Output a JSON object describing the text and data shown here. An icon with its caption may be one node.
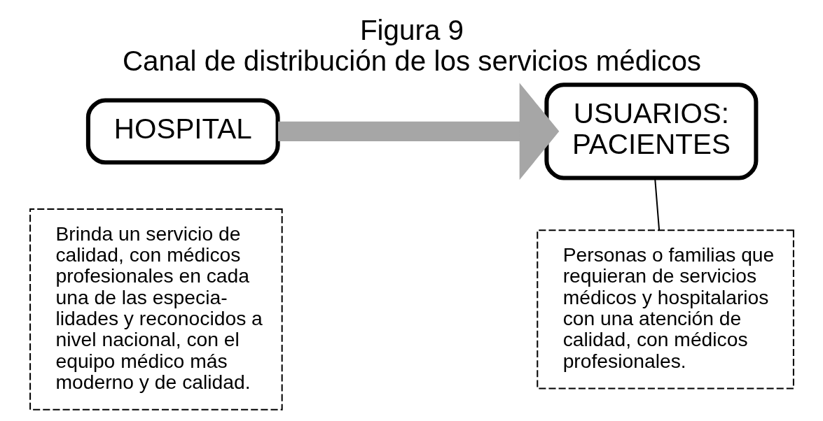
{
  "diagram": {
    "title": "Figura 9",
    "caption": "Canal de distribución de los servicios médicos",
    "nodes": [
      {
        "text": [
          "HOSPITAL"
        ]
      },
      {
        "text": [
          "USUARIOS: PACIENTES"
        ]
      },
      {
        "text": [
          "Brinda un servicio de calidad, con médicos profesionales en cada una de las especia- lidades y reconocidos a nivel nacional, con el equipo médico más moderno y de calidad."
        ]
      },
      {
        "text": [
          "Personas o familias que requieran de servicios médicos y hospitalarios con una atención de calidad, con médicos profesionales."
        ]
      }
    ],
    "edges": [
      {
        "from": 0,
        "to": 1,
        "arrow": "to",
        "style": "thick",
        "color": "#a6a6a6"
      },
      {
        "from": 1,
        "to": 3,
        "arrow": "none",
        "color": "#000000"
      }
    ]
  }
}
